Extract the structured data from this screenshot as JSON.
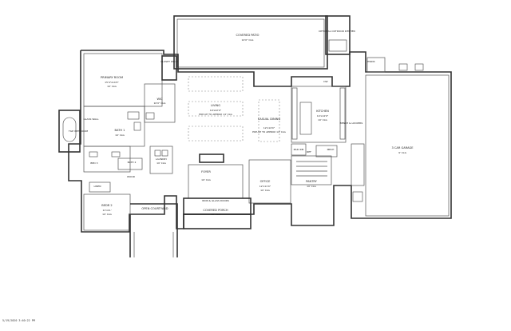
{
  "rooms": {
    "covered_patio": "COVERED PATIO",
    "covered_patio_dim": "14'0\" CLG",
    "optional_outdoor_kitchen": "OPTIONAL OUTDOOR KITCHEN",
    "primary_room": "PRIMARY ROOM",
    "primary_room_dim": "15'4\"x14'0\"",
    "primary_room_clg": "10' CLG",
    "closet_1": "CLOSET WIC 2",
    "wic": "WIC",
    "wic_dim": "10'0\" CLG",
    "bath_1": "BATH 1",
    "bath_1_clg": "10' CLG",
    "wet_room": "TILE WET ROOM",
    "glass_wall": "GLASS WALL",
    "living": "LIVING",
    "living_dim": "19'x22'0\"",
    "living_clg": "POP-UP TO APPROX 14' CLG",
    "casual_dining": "CASUAL DINING",
    "dining_dim": "12'x14'0\"",
    "dining_clg": "POP-UP TO APPROX 14' CLG",
    "kitchen": "KITCHEN",
    "kitchen_dim": "14'x14'0\"",
    "kitchen_clg": "10' CLG",
    "bench_lockers": "BENCH & LOCKERS",
    "laundry": "LAUNDRY",
    "laundry_clg": "10' CLG",
    "bath_2": "BATH 2",
    "bed_3": "BED 3",
    "bed_2": "BEDR 2",
    "bed_2_dim": "11'x11'",
    "bed_2_clg": "10' CLG",
    "foyer": "FOYER",
    "foyer_clg": "10' CLG",
    "office": "OFFICE",
    "office_dim": "12'x11'0\"",
    "office_clg": "10' CLG",
    "iron_glass_doors": "IRON & GLASS DOORS",
    "covered_porch": "COVERED PORCH",
    "covered_porch_clg": "10' CLG",
    "open_courtyard": "OPEN COURTYARD",
    "pantry": "PANTRY",
    "pantry_clg": "10' CLG",
    "garage": "3 CAR GARAGE",
    "garage_clg": "9' CLG",
    "powder": "PWDR",
    "mech": "MECH",
    "ref": "REF",
    "dw": "DW",
    "mudroom": "MUD RM",
    "linen": "LINEN",
    "wood": "WOOD"
  },
  "footer": {
    "timestamp": "5/19/2020 3:40:22 PM"
  }
}
